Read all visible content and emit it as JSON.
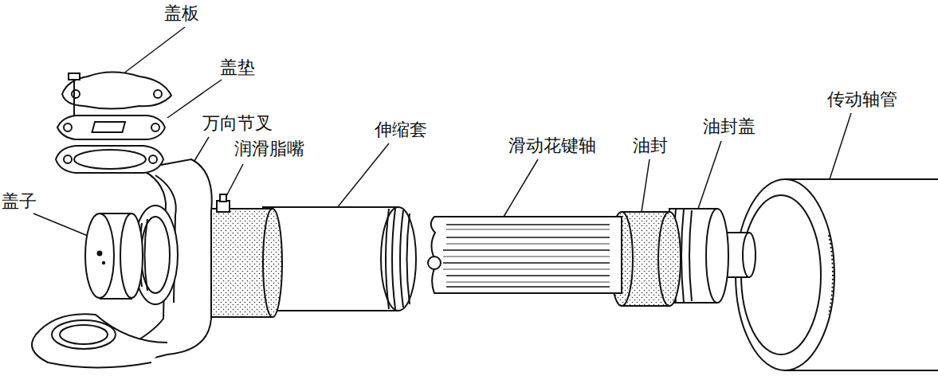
{
  "diagram": {
    "labels": [
      "盖板",
      "盖垫",
      "万向节叉",
      "润滑脂嘴",
      "伸缩套",
      "滑动花键轴",
      "油封",
      "油封盖",
      "传动轴管",
      "盖子"
    ]
  }
}
